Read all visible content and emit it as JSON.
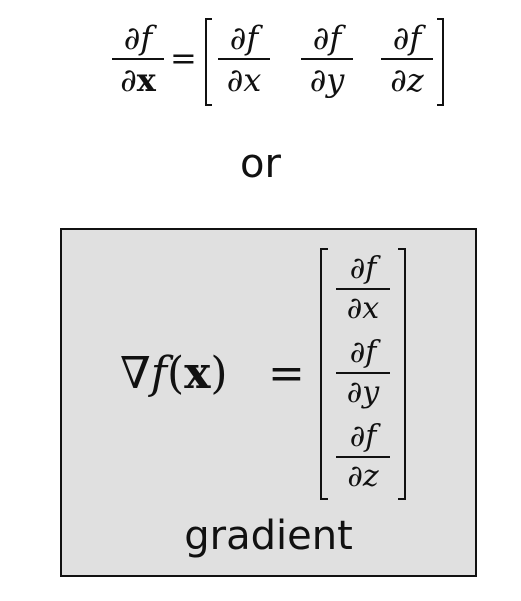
{
  "top_equation": {
    "lhs": {
      "numerator": "∂f",
      "denominator_d": "∂",
      "denominator_var": "x"
    },
    "equals": "=",
    "entries": [
      {
        "numerator": "∂f",
        "denominator": "∂x"
      },
      {
        "numerator": "∂f",
        "denominator": "∂y"
      },
      {
        "numerator": "∂f",
        "denominator": "∂z"
      }
    ]
  },
  "separator": "or",
  "gradient_box": {
    "lhs": {
      "nabla_f": "∇f",
      "open_paren": "(",
      "var": "x",
      "close_paren": ")"
    },
    "equals": "=",
    "entries": [
      {
        "numerator": "∂f",
        "denominator": "∂x"
      },
      {
        "numerator": "∂f",
        "denominator": "∂y"
      },
      {
        "numerator": "∂f",
        "denominator": "∂z"
      }
    ],
    "caption": "gradient",
    "background_color": "#e0e0e0",
    "border_color": "#111111"
  }
}
